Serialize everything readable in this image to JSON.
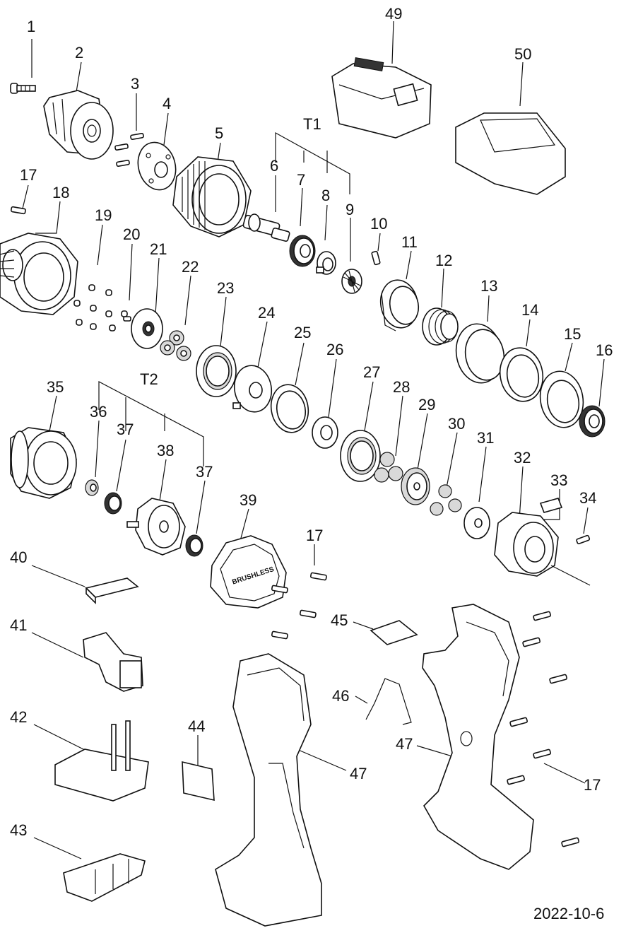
{
  "diagram": {
    "date_label": "2022-10-6",
    "group_labels": {
      "t1": "T1",
      "t2": "T2"
    },
    "callouts": {
      "p1": "1",
      "p2": "2",
      "p3": "3",
      "p4": "4",
      "p5": "5",
      "p6": "6",
      "p7": "7",
      "p8": "8",
      "p9": "9",
      "p10": "10",
      "p11": "11",
      "p12": "12",
      "p13": "13",
      "p14": "14",
      "p15": "15",
      "p16": "16",
      "p17a": "17",
      "p18": "18",
      "p19": "19",
      "p20": "20",
      "p21": "21",
      "p22": "22",
      "p23": "23",
      "p24": "24",
      "p25": "25",
      "p26": "26",
      "p27": "27",
      "p28": "28",
      "p29": "29",
      "p30": "30",
      "p31": "31",
      "p32": "32",
      "p33": "33",
      "p34": "34",
      "p35": "35",
      "p36": "36",
      "p37a": "37",
      "p37b": "37",
      "p38": "38",
      "p39": "39",
      "p17b": "17",
      "p40": "40",
      "p41": "41",
      "p42": "42",
      "p43": "43",
      "p44": "44",
      "p45": "45",
      "p46": "46",
      "p47a": "47",
      "p47b": "47",
      "p17c": "17",
      "p49": "49",
      "p50": "50"
    },
    "motor_cover_text": "BRUSHLESS"
  }
}
